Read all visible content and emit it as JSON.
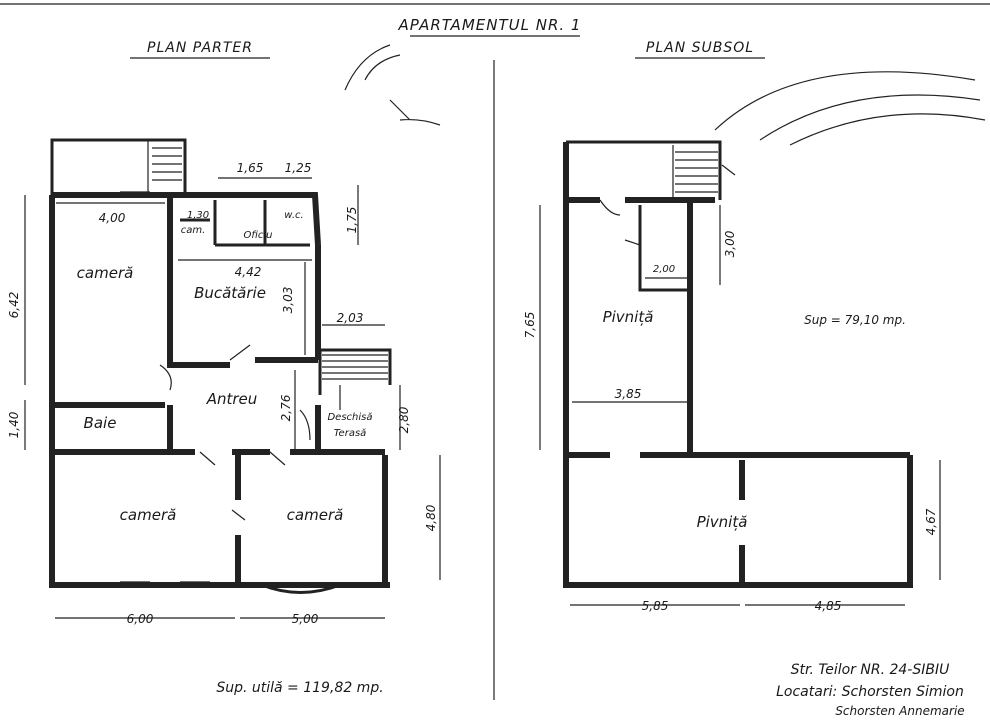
{
  "title": "APARTAMENTUL NR. 1",
  "left_plan": {
    "heading": "PLAN PARTER",
    "rooms": {
      "camera_top": "cameră",
      "bucatarie": "Bucătărie",
      "antreu": "Antreu",
      "baie": "Baie",
      "camera_bottom_left": "cameră",
      "camera_bottom_right": "cameră",
      "cam": "cam.",
      "oficiu": "Oficiu",
      "wc": "w.c.",
      "terasa": "Terasă",
      "terasa_prefix": "Deschisă"
    },
    "dimensions": {
      "d_165": "1,65",
      "d_125": "1,25",
      "d_400": "4,00",
      "d_130": "1,30",
      "d_175": "1,75",
      "d_442": "4,42",
      "d_642": "6,42",
      "d_303": "3,03",
      "d_203": "2,03",
      "d_140": "1,40",
      "d_276": "2,76",
      "d_280": "2,80",
      "d_480": "4,80",
      "d_600": "6,00",
      "d_500": "5,00"
    },
    "surface": "Sup. utilă = 119,82 mp."
  },
  "right_plan": {
    "heading": "PLAN SUBSOL",
    "rooms": {
      "pivnita_top": "Pivniță",
      "pivnita_bottom": "Pivniță"
    },
    "dimensions": {
      "d_300": "3,00",
      "d_200": "2,00",
      "d_765": "7,65",
      "d_385": "3,85",
      "d_467": "4,67",
      "d_585": "5,85",
      "d_485": "4,85"
    },
    "surface": "Sup = 79,10 mp."
  },
  "footer": {
    "address": "Str. Teilor NR. 24-SIBIU",
    "tenants_label": "Locatari: Schorsten Simion",
    "tenant_2": "Schorsten Annemarie"
  }
}
